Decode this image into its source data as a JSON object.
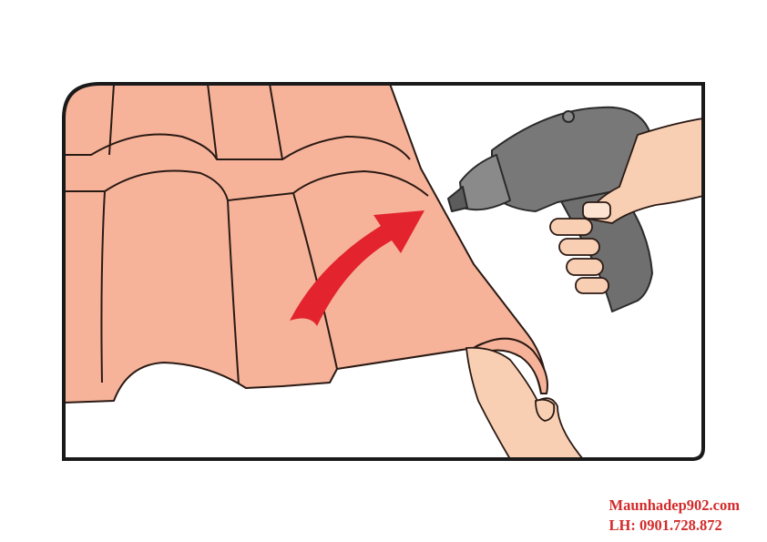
{
  "watermark": {
    "site": "Maunhadep902.com",
    "phone": "LH: 0901.728.872"
  },
  "colors": {
    "tile": "#f6b39a",
    "tile_outline": "#2a1a14",
    "arrow": "#e3232d",
    "drill": "#6f6f6f",
    "skin": "#f9cfb4",
    "frame": "#1a1a1a",
    "watermark": "#d42a2a"
  },
  "icons": [
    "roof-tile-sheet",
    "curved-arrow-icon",
    "cordless-drill-icon",
    "hand-icon"
  ]
}
